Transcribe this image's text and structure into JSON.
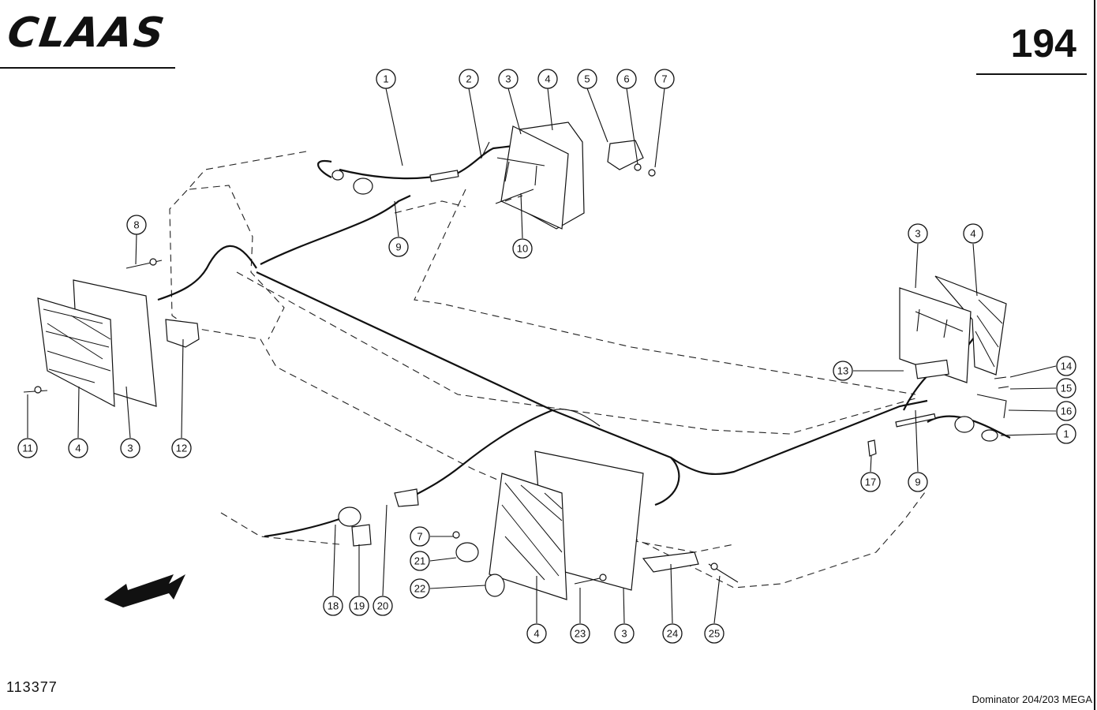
{
  "header": {
    "brand": "CLAAS",
    "page_number": "194"
  },
  "footer": {
    "drawing_number": "113377",
    "model": "Dominator 204/203 MEGA"
  },
  "callouts": [
    {
      "id": "c1a",
      "label": "1"
    },
    {
      "id": "c2",
      "label": "2"
    },
    {
      "id": "c3a",
      "label": "3"
    },
    {
      "id": "c4a",
      "label": "4"
    },
    {
      "id": "c5",
      "label": "5"
    },
    {
      "id": "c6",
      "label": "6"
    },
    {
      "id": "c7a",
      "label": "7"
    },
    {
      "id": "c9a",
      "label": "9"
    },
    {
      "id": "c10",
      "label": "10"
    },
    {
      "id": "c8",
      "label": "8"
    },
    {
      "id": "c11",
      "label": "11"
    },
    {
      "id": "c4b",
      "label": "4"
    },
    {
      "id": "c3b",
      "label": "3"
    },
    {
      "id": "c12",
      "label": "12"
    },
    {
      "id": "c3c",
      "label": "3"
    },
    {
      "id": "c4c",
      "label": "4"
    },
    {
      "id": "c13",
      "label": "13"
    },
    {
      "id": "c14",
      "label": "14"
    },
    {
      "id": "c15",
      "label": "15"
    },
    {
      "id": "c16",
      "label": "16"
    },
    {
      "id": "c1b",
      "label": "1"
    },
    {
      "id": "c17",
      "label": "17"
    },
    {
      "id": "c9b",
      "label": "9"
    },
    {
      "id": "c7b",
      "label": "7"
    },
    {
      "id": "c21",
      "label": "21"
    },
    {
      "id": "c22",
      "label": "22"
    },
    {
      "id": "c18",
      "label": "18"
    },
    {
      "id": "c19",
      "label": "19"
    },
    {
      "id": "c20",
      "label": "20"
    },
    {
      "id": "c4d",
      "label": "4"
    },
    {
      "id": "c23",
      "label": "23"
    },
    {
      "id": "c3d",
      "label": "3"
    },
    {
      "id": "c24",
      "label": "24"
    },
    {
      "id": "c25",
      "label": "25"
    }
  ]
}
